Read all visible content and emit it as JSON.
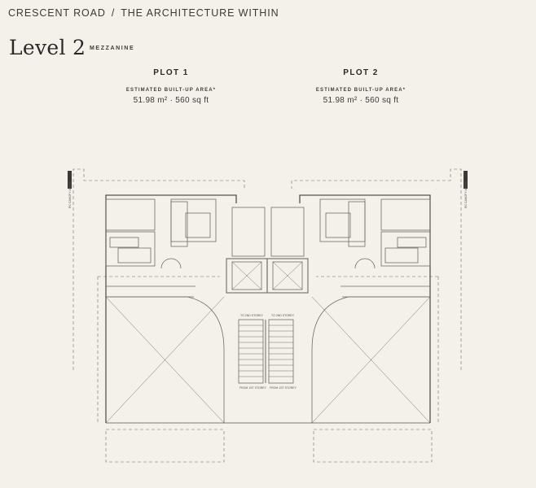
{
  "header": {
    "project": "CRESCENT ROAD",
    "separator": "/",
    "section": "THE ARCHITECTURE WITHIN"
  },
  "level": {
    "title": "Level 2",
    "subtitle": "MEZZANINE"
  },
  "plots": [
    {
      "title": "PLOT 1",
      "area_label": "ESTIMATED BUILT-UP AREA*",
      "area_value": "51.98 m² · 560 sq ft"
    },
    {
      "title": "PLOT 2",
      "area_label": "ESTIMATED BUILT-UP AREA*",
      "area_value": "51.98 m² · 560 sq ft"
    }
  ],
  "plan": {
    "line_color": "#6e6c66",
    "canopy_label": "RC CANOPY ABOVE",
    "stair_up_label": "TO 2ND STOREY",
    "stair_down_label": "FROM 1ST STOREY"
  }
}
